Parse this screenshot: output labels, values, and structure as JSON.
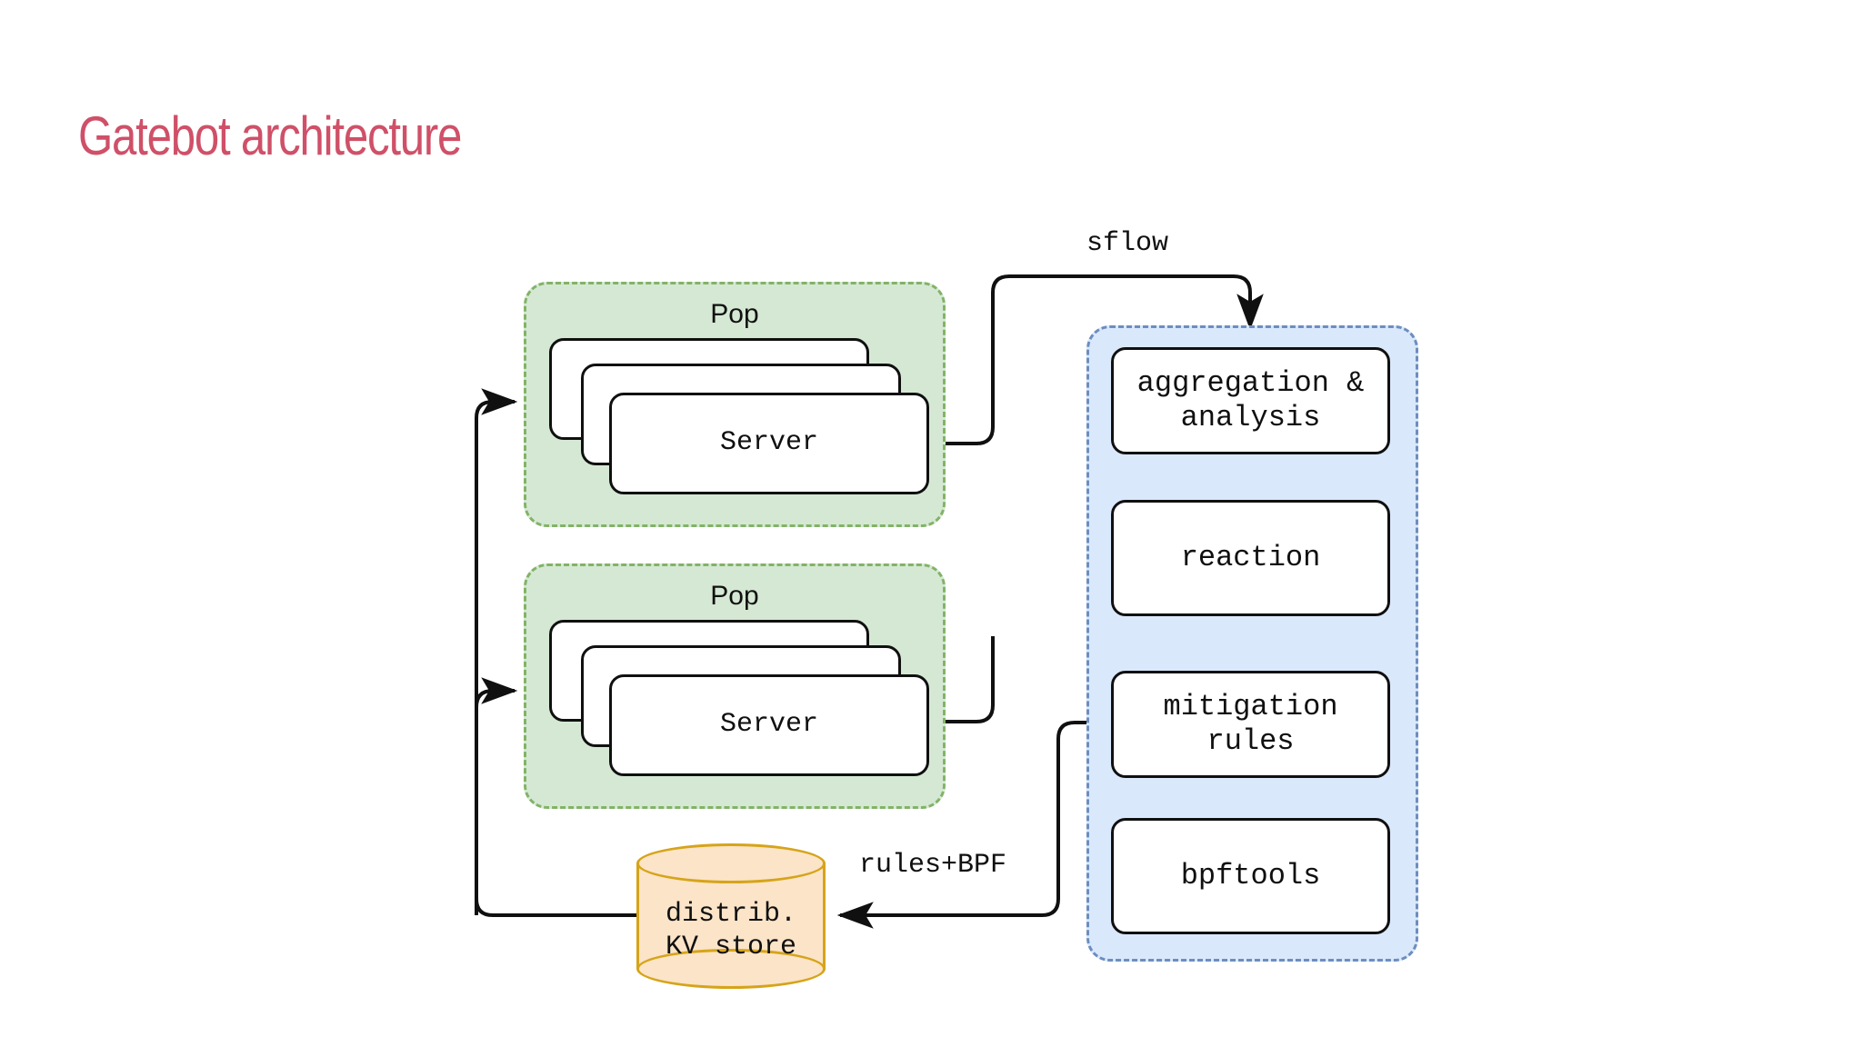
{
  "slide": {
    "title": "Gatebot architecture",
    "title_color": "#cf5068",
    "background": "#ffffff"
  },
  "diagram": {
    "type": "architecture-flow",
    "groups": [
      {
        "id": "pop-1",
        "label": "Pop",
        "fill": "#d5e8d4",
        "stroke": "#82b366",
        "stroke_style": "dashed",
        "contains": [
          "server-stack-1"
        ]
      },
      {
        "id": "pop-2",
        "label": "Pop",
        "fill": "#d5e8d4",
        "stroke": "#82b366",
        "stroke_style": "dashed",
        "contains": [
          "server-stack-2"
        ]
      },
      {
        "id": "gatebot-pipeline",
        "label": "",
        "fill": "#dae8fc",
        "stroke": "#6c8ebf",
        "stroke_style": "dashed",
        "contains": [
          "aggregation-analysis",
          "reaction",
          "mitigation-rules",
          "bpftools"
        ]
      }
    ],
    "nodes": [
      {
        "id": "server-stack-1",
        "label": "Server",
        "shape": "stacked-box",
        "stack_count": 3,
        "fill": "#ffffff",
        "stroke": "#101010"
      },
      {
        "id": "server-stack-2",
        "label": "Server",
        "shape": "stacked-box",
        "stack_count": 3,
        "fill": "#ffffff",
        "stroke": "#101010"
      },
      {
        "id": "aggregation-analysis",
        "label": "aggregation &\nanalysis",
        "shape": "rounded-box",
        "fill": "#ffffff",
        "stroke": "#101010"
      },
      {
        "id": "reaction",
        "label": "reaction",
        "shape": "rounded-box",
        "fill": "#ffffff",
        "stroke": "#101010"
      },
      {
        "id": "mitigation-rules",
        "label": "mitigation\nrules",
        "shape": "rounded-box",
        "fill": "#ffffff",
        "stroke": "#101010"
      },
      {
        "id": "bpftools",
        "label": "bpftools",
        "shape": "rounded-box",
        "fill": "#ffffff",
        "stroke": "#101010"
      },
      {
        "id": "kv-store",
        "label": "distrib.\nKV store",
        "shape": "cylinder",
        "fill": "#fbe4c8",
        "stroke": "#d6a419"
      }
    ],
    "edges": [
      {
        "id": "edge-servers-to-aggregation",
        "from": "server-stack-1",
        "to": "aggregation-analysis",
        "label": "sflow",
        "arrow": "end"
      },
      {
        "id": "edge-server2-to-aggregation",
        "from": "server-stack-2",
        "to": "aggregation-analysis",
        "label": "",
        "arrow": "end"
      },
      {
        "id": "edge-aggregation-to-reaction",
        "from": "aggregation-analysis",
        "to": "reaction",
        "label": "",
        "arrow": "end"
      },
      {
        "id": "edge-reaction-to-mitigation",
        "from": "reaction",
        "to": "mitigation-rules",
        "label": "",
        "arrow": "end"
      },
      {
        "id": "edge-mitigation-to-bpftools",
        "from": "mitigation-rules",
        "to": "bpftools",
        "label": "",
        "arrow": "end"
      },
      {
        "id": "edge-bpftools-to-mitigation",
        "from": "bpftools",
        "to": "mitigation-rules",
        "label": "",
        "arrow": "end"
      },
      {
        "id": "edge-mitigation-to-kvstore",
        "from": "mitigation-rules",
        "to": "kv-store",
        "label": "rules+BPF",
        "arrow": "end"
      },
      {
        "id": "edge-kvstore-to-pop1",
        "from": "kv-store",
        "to": "pop-1",
        "label": "",
        "arrow": "end"
      },
      {
        "id": "edge-kvstore-to-pop2",
        "from": "kv-store",
        "to": "pop-2",
        "label": "",
        "arrow": "end"
      }
    ],
    "edge_labels": {
      "sflow": "sflow",
      "rules_bpf": "rules+BPF"
    }
  }
}
